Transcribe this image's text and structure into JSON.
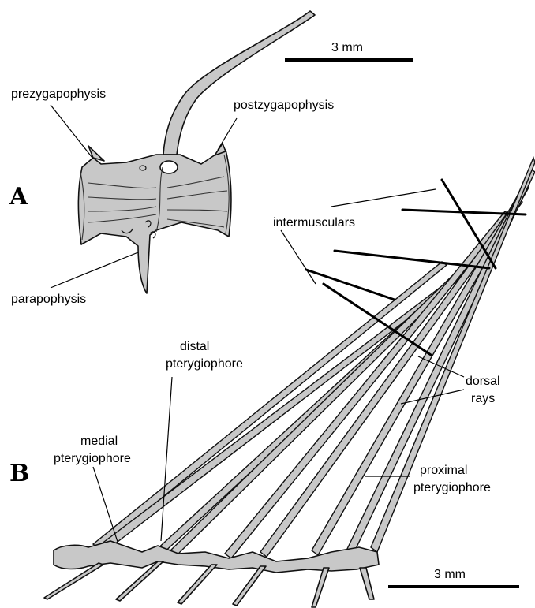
{
  "panels": {
    "a": "A",
    "b": "B"
  },
  "labels": {
    "prezygapophysis": "prezygapophysis",
    "postzygapophysis": "postzygapophysis",
    "parapophysis": "parapophysis",
    "intermusculars": "intermusculars",
    "distal_line1": "distal",
    "distal_line2": "pterygiophore",
    "medial_line1": "medial",
    "medial_line2": "pterygiophore",
    "dorsal_line1": "dorsal",
    "dorsal_line2": "rays",
    "proximal_line1": "proximal",
    "proximal_line2": "pterygiophore"
  },
  "scale_bars": {
    "top": "3 mm",
    "bottom": "3 mm"
  },
  "colors": {
    "bone_fill": "#c8c8c8",
    "outline": "#111111",
    "background": "#ffffff"
  }
}
